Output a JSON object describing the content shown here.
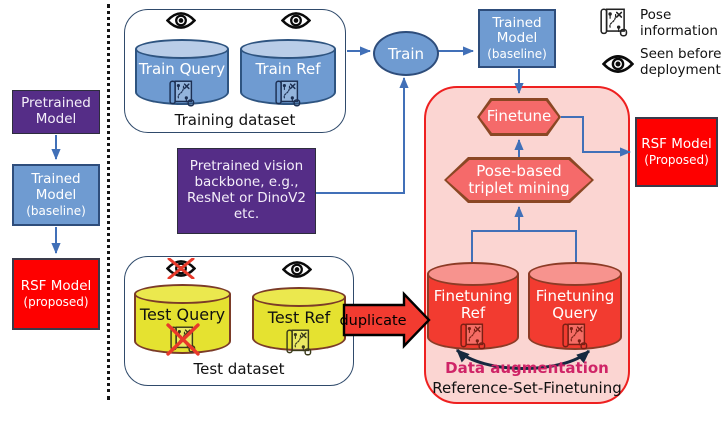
{
  "diagram": {
    "left_flow": {
      "pretrained": {
        "title": "Pretrained Model"
      },
      "trained": {
        "title": "Trained Model",
        "subtitle": "(baseline)"
      },
      "rsf": {
        "title": "RSF Model",
        "subtitle": "(proposed)"
      }
    },
    "training_dataset": {
      "label": "Training dataset",
      "query_cylinder": "Train Query",
      "ref_cylinder": "Train Ref"
    },
    "train_node": "Train",
    "trained_model_node": {
      "title": "Trained Model",
      "subtitle": "(baseline)"
    },
    "backbone_node": "Pretrained vision backbone, e.g., ResNet or DinoV2 etc.",
    "test_dataset": {
      "label": "Test dataset",
      "query_cylinder": "Test Query",
      "ref_cylinder": "Test Ref"
    },
    "duplicate_label": "duplicate",
    "rsf_group": {
      "label": "Reference-Set-Finetuning",
      "finetune": "Finetune",
      "triplet_mining": "Pose-based triplet mining",
      "ref_cylinder": "Finetuning Ref",
      "query_cylinder": "Finetuning Query",
      "data_augmentation": "Data augmentation"
    },
    "rsf_model_node": {
      "title": "RSF Model",
      "subtitle": "(Proposed)"
    },
    "legend": {
      "pose": "Pose information",
      "seen": "Seen before deployment"
    },
    "colors": {
      "purple": "#552d87",
      "blue_fill": "#6f9bd1",
      "blue_border": "#2e4d7b",
      "red": "#fe0000",
      "pink_fill": "#fbd5d2",
      "pink_border": "#ee2020",
      "hex_fill": "#f56a6a",
      "hex_border": "#8b4724",
      "red_cylinder": "#f23b30",
      "yellow_cylinder": "#e5e230",
      "arrow_blue": "#4170b8",
      "augmentation_text": "#cf2467"
    }
  }
}
